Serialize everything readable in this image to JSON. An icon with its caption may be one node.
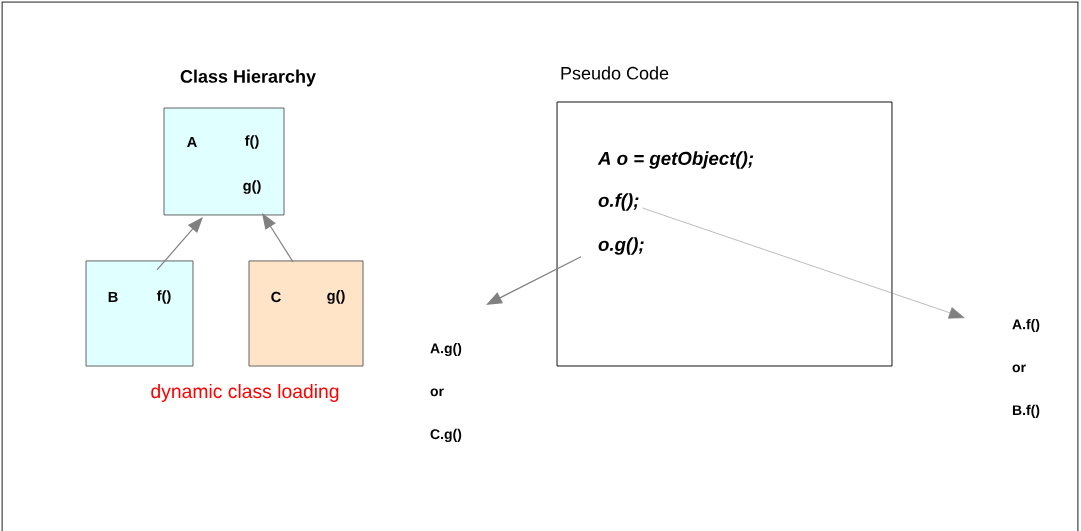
{
  "diagram": {
    "nodes": [
      {
        "text": [
          "A",
          "f()",
          "g()"
        ]
      },
      {
        "text": [
          "B",
          "f()"
        ]
      },
      {
        "text": [
          "C",
          "g()"
        ]
      },
      {
        "text": [
          "Pseudo Code"
        ]
      },
      {
        "text": [
          "A o = getObject();"
        ],
        "in": 3
      },
      {
        "text": [
          "o.f();"
        ],
        "in": 3
      },
      {
        "text": [
          "o.g();"
        ],
        "in": 3
      },
      {
        "text": [
          "A.g()",
          "or",
          "C.g()"
        ]
      },
      {
        "text": [
          "A.f()",
          "or",
          "B.f()"
        ]
      }
    ],
    "edges": [
      {
        "from": 1,
        "to": 0,
        "arrow": "to"
      },
      {
        "from": 2,
        "to": 0,
        "arrow": "to"
      },
      {
        "from": 6,
        "to": 7,
        "arrow": "to"
      },
      {
        "from": 5,
        "to": 8,
        "arrow": "to"
      }
    ],
    "labels": [
      "Class Hierarchy",
      "dynamic class loading"
    ]
  }
}
